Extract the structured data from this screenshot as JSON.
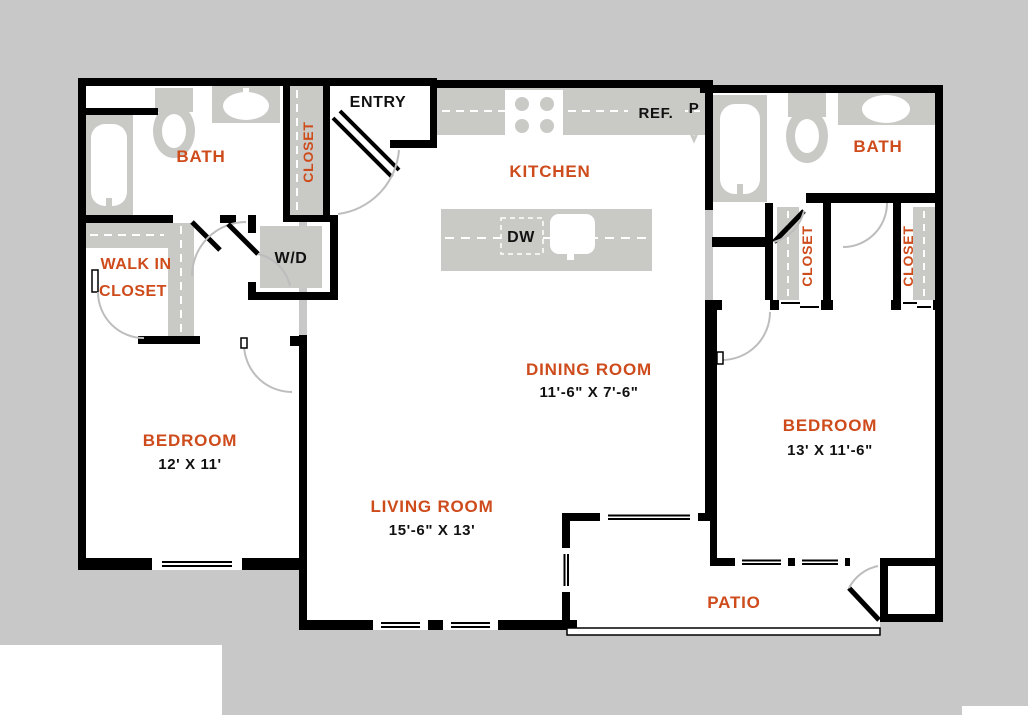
{
  "palette": {
    "background": "#c8c8c8",
    "floor": "#ffffff",
    "wall": "#000000",
    "fixture": "#c9c9c6",
    "accent_orange": "#ce4b1c",
    "text_black": "#111111",
    "door_arc": "#bdbdbd"
  },
  "rooms": {
    "bath_left": {
      "label": "BATH"
    },
    "bath_right": {
      "label": "BATH"
    },
    "entry": {
      "label": "ENTRY"
    },
    "kitchen": {
      "label": "KITCHEN"
    },
    "closet_entry": {
      "label": "CLOSET"
    },
    "walk_in_closet": {
      "line1": "WALK IN",
      "line2": "CLOSET"
    },
    "washer_dryer": {
      "label": "W/D"
    },
    "refrigerator": {
      "label": "REF."
    },
    "pantry": {
      "label": "P"
    },
    "dishwasher": {
      "label": "DW"
    },
    "dining_room": {
      "label": "DINING ROOM",
      "dimensions": "11'-6\" X 7'-6\""
    },
    "living_room": {
      "label": "LIVING ROOM",
      "dimensions": "15'-6\" X 13'"
    },
    "bedroom_left": {
      "label": "BEDROOM",
      "dimensions": "12' X 11'"
    },
    "bedroom_right": {
      "label": "BEDROOM",
      "dimensions": "13' X 11'-6\""
    },
    "closet_bedroom_right_a": {
      "label": "CLOSET"
    },
    "closet_bedroom_right_b": {
      "label": "CLOSET"
    },
    "patio": {
      "label": "PATIO"
    }
  }
}
